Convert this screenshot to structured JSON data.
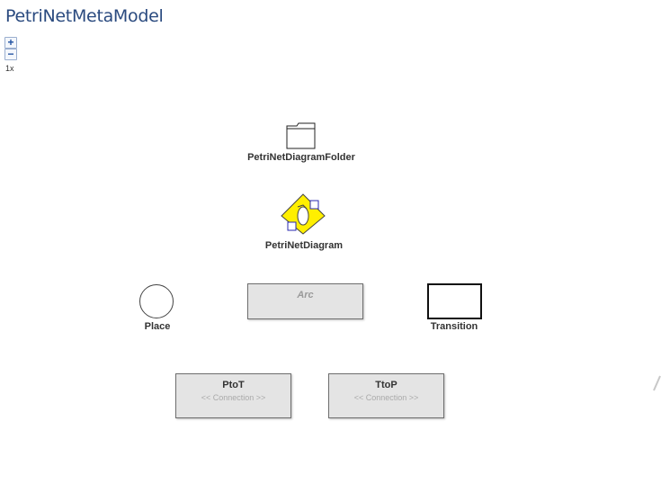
{
  "header": {
    "title": "PetriNetMetaModel"
  },
  "zoom": {
    "in_label": "+",
    "out_label": "−",
    "level": "1x"
  },
  "nodes": {
    "folder": {
      "label": "PetriNetDiagramFolder",
      "icon": "folder-icon"
    },
    "diagram": {
      "label": "PetriNetDiagram",
      "icon": "diagram-icon"
    },
    "place": {
      "label": "Place",
      "icon": "circle-icon"
    },
    "arc": {
      "label": "Arc"
    },
    "transition": {
      "label": "Transition",
      "icon": "rectangle-icon"
    },
    "ptot": {
      "label": "PtoT",
      "stereotype": "<< Connection >>"
    },
    "ttop": {
      "label": "TtoP",
      "stereotype": "<< Connection >>"
    }
  },
  "colors": {
    "title": "#2a4a7f",
    "diagram_fill": "#ffef00",
    "box_fill": "#e4e4e4",
    "handle": "#2a2ab0"
  }
}
